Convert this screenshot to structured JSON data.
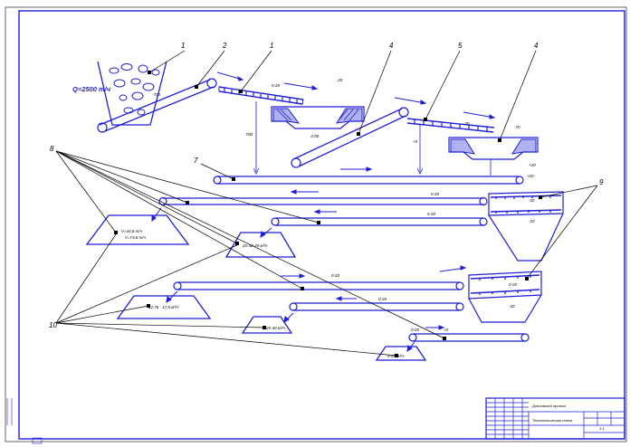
{
  "colors": {
    "line": "#1f1fd6",
    "ink": "#000000",
    "paper": "#ffffff"
  },
  "leaders": {
    "1a": "1",
    "2": "2",
    "1b": "1",
    "4a": "4",
    "5": "5",
    "4b": "4",
    "7": "7",
    "8": "8",
    "9": "9",
    "10": "10"
  },
  "formula": "Q=2500 т/ч",
  "flow_marks": {
    "m1": "-700",
    "m2": ".20",
    "m3": "-700",
    "m4": "-2,00",
    "m5": "+0",
    "m6": "-70",
    "m7": "+20",
    "m8": "+20",
    "m9": "-20",
    "m10": "0-20",
    "m11": "0-20",
    "m12": "-20",
    "m13": "0-20",
    "m14": "0-20",
    "m15": "0-20",
    "m16": "-20",
    "m17": "+0",
    "m18": "0-20",
    "m19": "0-20",
    "m20": "-20"
  },
  "stockpiles": {
    "s1": "V=44,8 т/ч",
    "s2": "V=74,8 т/ч",
    "s3": "20-40-20 м³/ч",
    "s4": "12,76 - 17,8 м³/ч",
    "s5": "20-40 м³/ч",
    "s6": "0-20 м³/ч"
  },
  "title_block": {
    "title": "Дипломный проект",
    "subtitle": "Технологическая схема",
    "scale": "1:1"
  }
}
